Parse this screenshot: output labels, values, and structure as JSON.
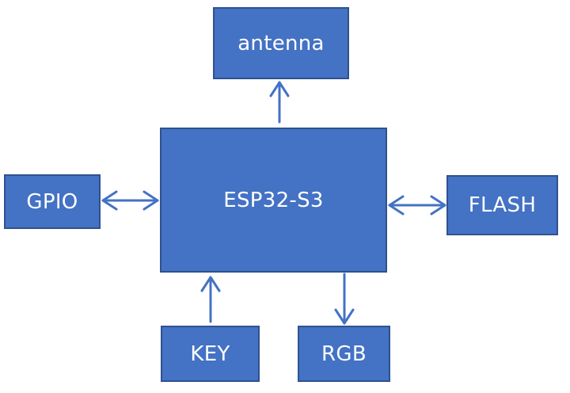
{
  "blocks": {
    "antenna": "antenna",
    "esp32": "ESP32-S3",
    "gpio": "GPIO",
    "flash": "FLASH",
    "key": "KEY",
    "rgb": "RGB"
  },
  "colors": {
    "block_fill": "#4472c4",
    "block_border": "#2f528f",
    "text": "#ffffff",
    "arrow": "#4472c4"
  }
}
